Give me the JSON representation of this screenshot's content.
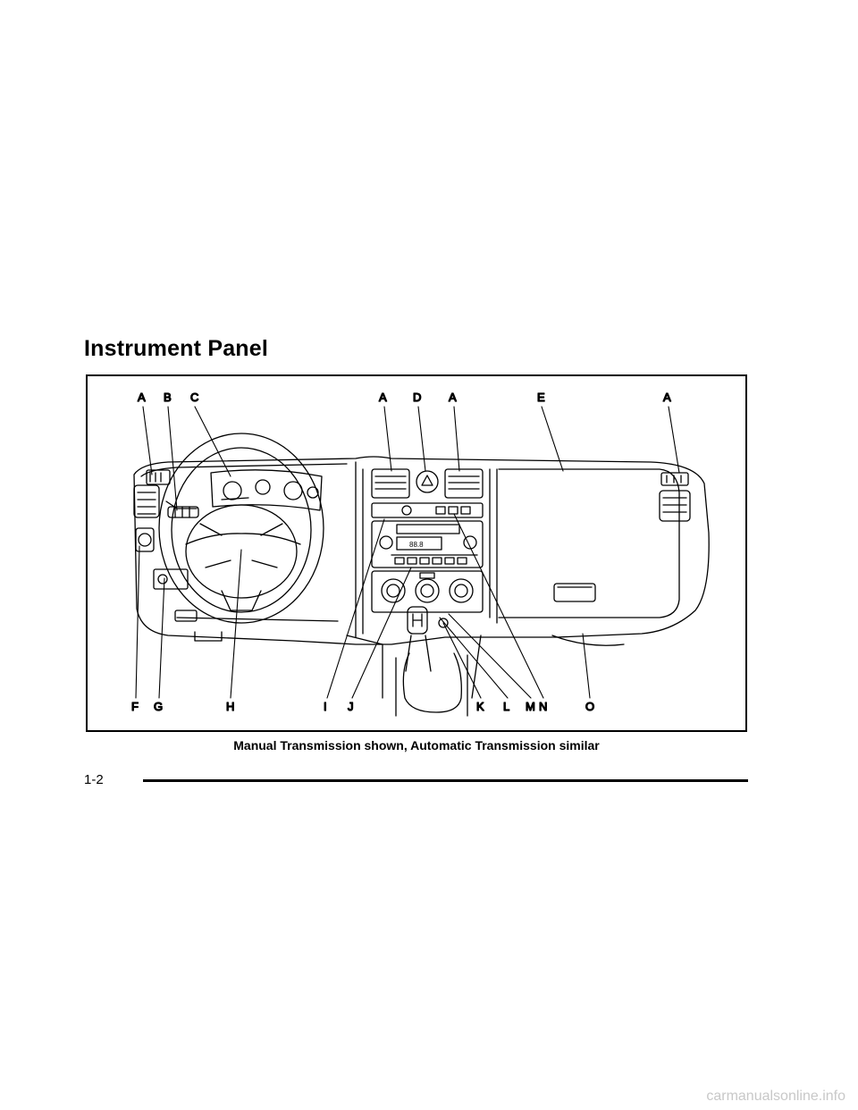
{
  "page": {
    "title": "Instrument Panel",
    "caption": "Manual Transmission shown, Automatic Transmission similar",
    "page_number": "1-2",
    "watermark": "carmanualsonline.info"
  },
  "figure": {
    "callouts": [
      "A",
      "B",
      "C",
      "A",
      "D",
      "A",
      "E",
      "A",
      "F",
      "G",
      "H",
      "I",
      "J",
      "K",
      "L",
      "M",
      "N",
      "O"
    ],
    "radio_display": "88.8"
  }
}
